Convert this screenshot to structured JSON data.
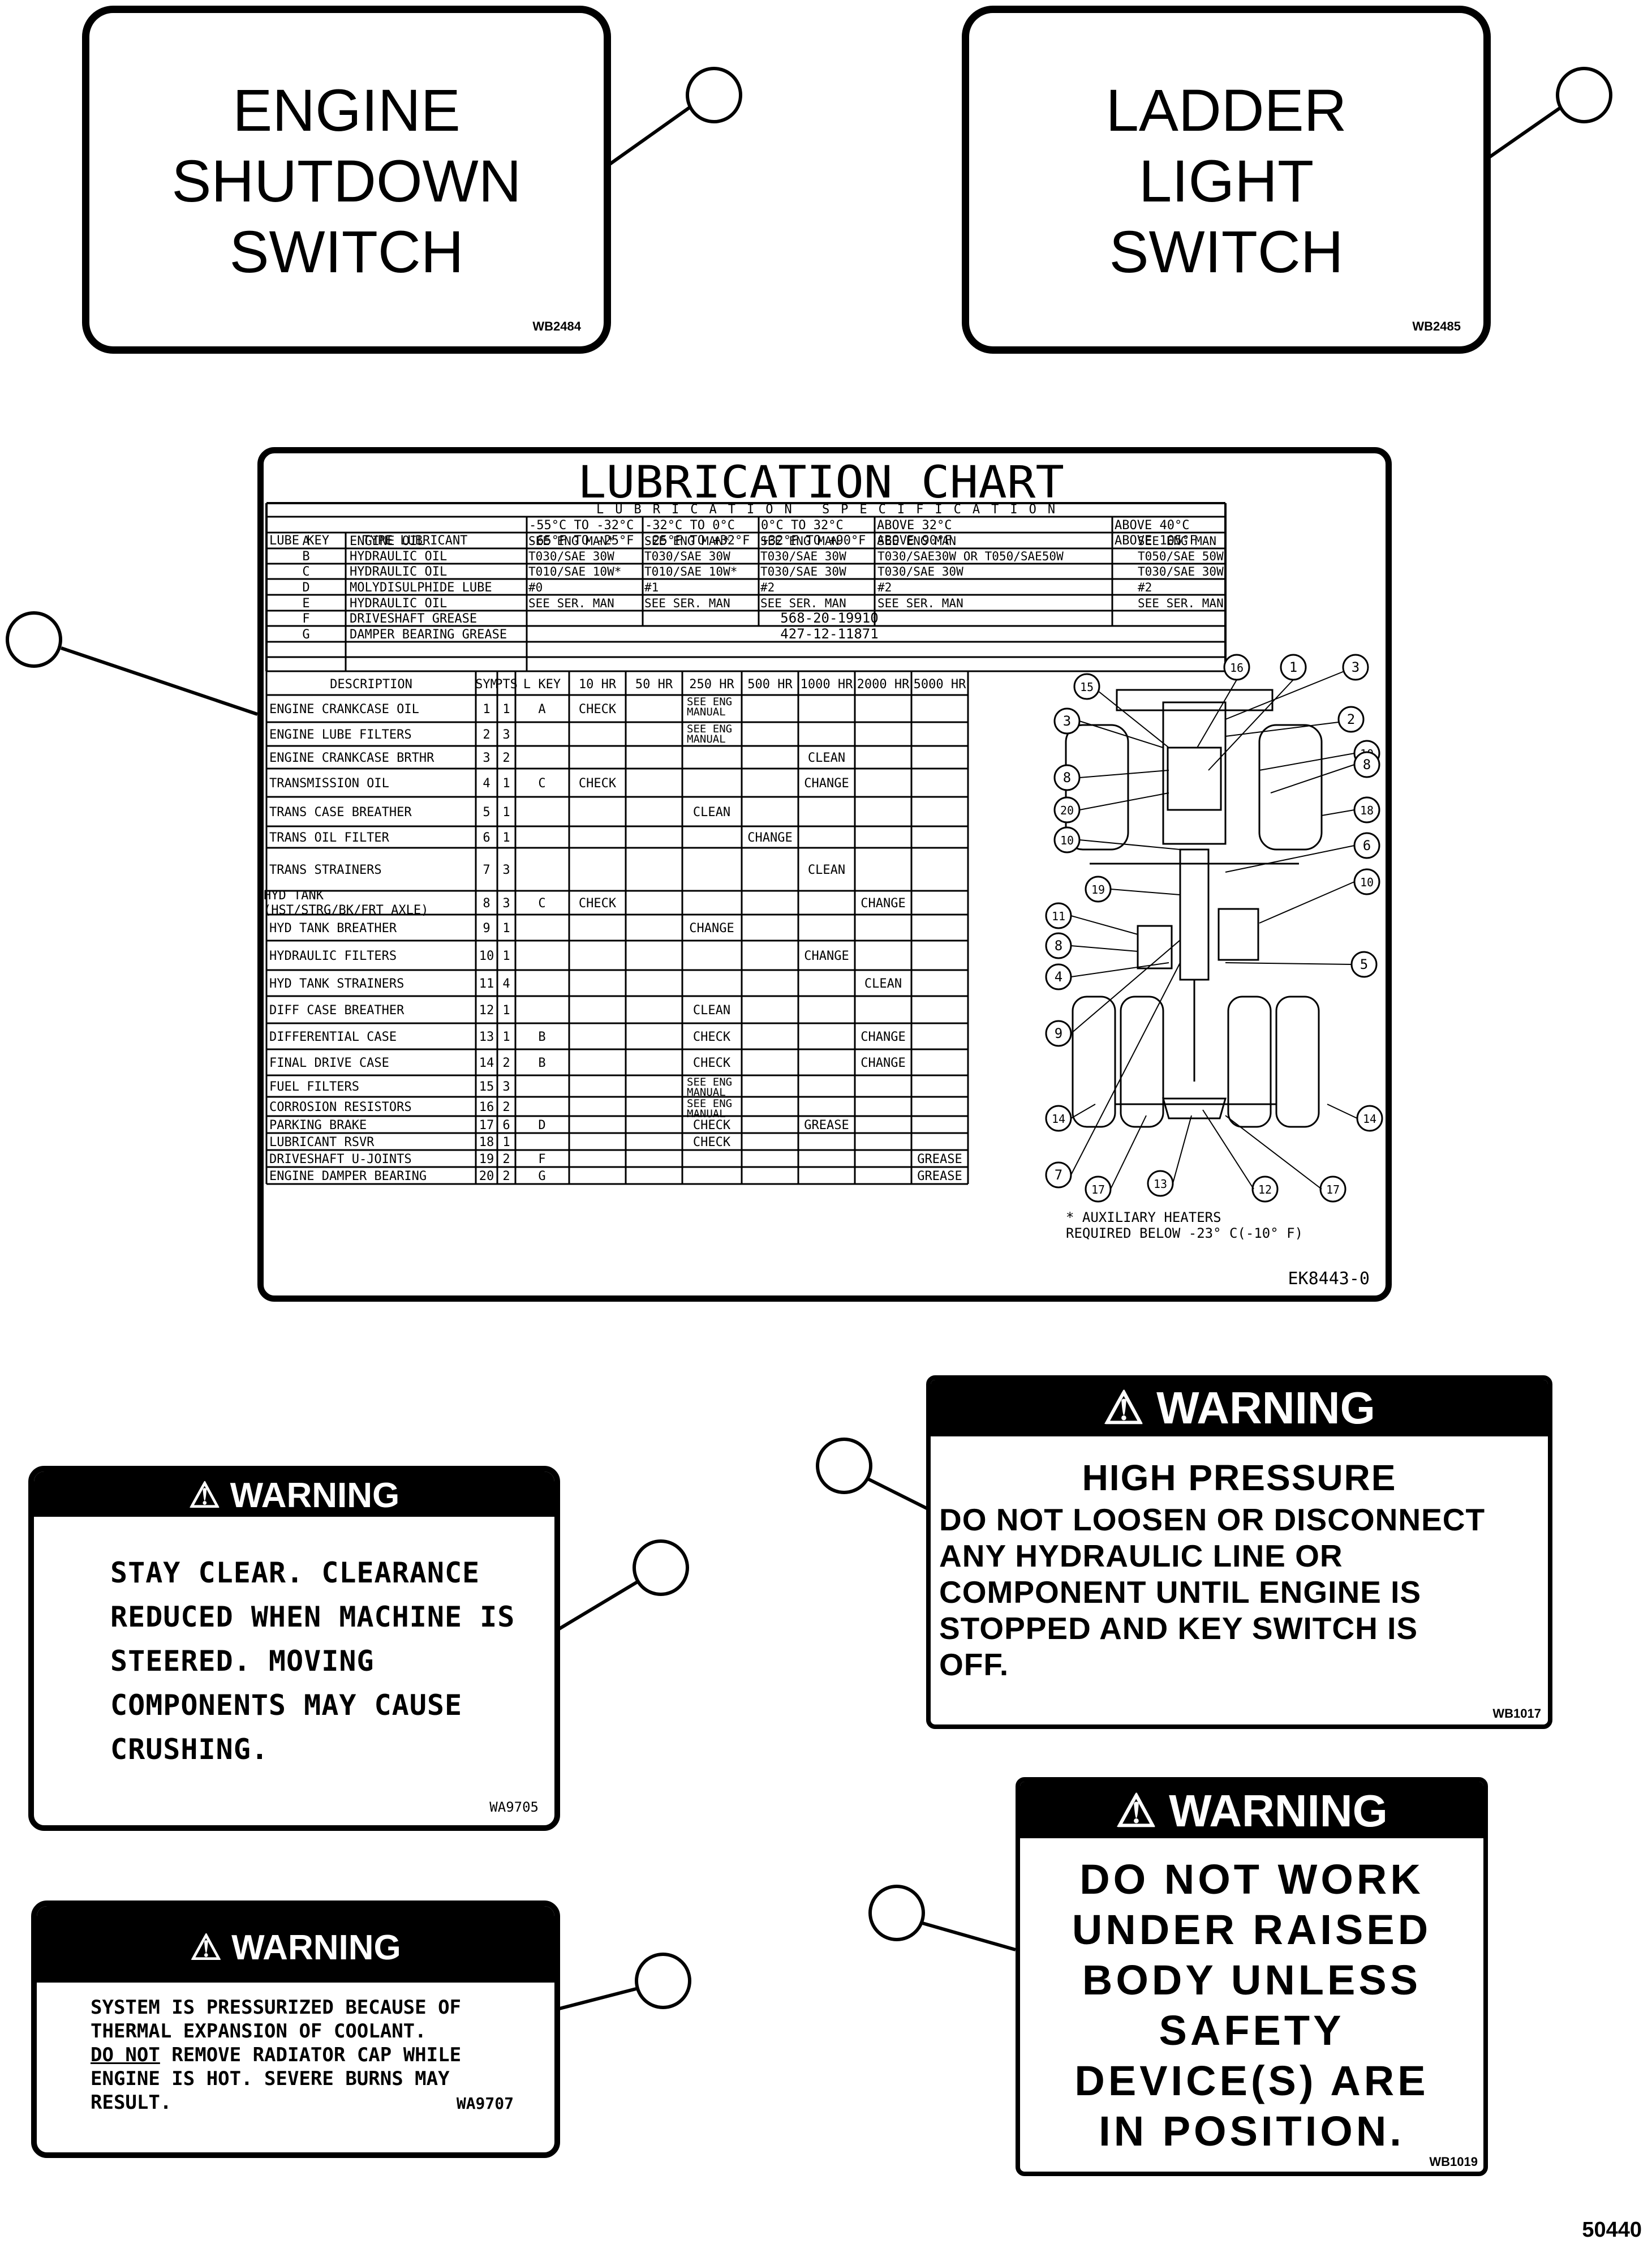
{
  "decals": {
    "engine": {
      "lines": [
        "ENGINE",
        "SHUTDOWN",
        "SWITCH"
      ],
      "code": "WB2484"
    },
    "ladder": {
      "lines": [
        "LADDER",
        "LIGHT",
        "SWITCH"
      ],
      "code": "WB2485"
    }
  },
  "lube": {
    "title": "LUBRICATION CHART",
    "spec_header": "LUBRICATION SPECIFICATION",
    "temp_c": [
      "-55°C TO -32°C",
      "-32°C TO 0°C",
      "0°C TO 32°C",
      "ABOVE 32°C",
      "ABOVE 40°C"
    ],
    "key_header": "LUBE KEY",
    "type_header": "TYPE LUBRICANT",
    "temp_f": [
      "-65°F TO -25°F",
      "-25°F TO +32°F",
      "+32°F TO +90°F",
      "ABOVE 90°F",
      "ABOVE 105°F"
    ],
    "spec_rows": [
      {
        "key": "A",
        "type": "ENGINE OIL",
        "c1": "SEE ENG MAN*",
        "c2": "SEE ENG MAN*",
        "c3": "SEE ENG MAN",
        "c4": "SEE ENG MAN",
        "c5": "SEE ENG MAN"
      },
      {
        "key": "B",
        "type": "HYDRAULIC OIL",
        "c1": "T030/SAE 30W",
        "c2": "T030/SAE 30W",
        "c3": "T030/SAE 30W",
        "c4": "T030/SAE30W OR T050/SAE50W",
        "c5": "T050/SAE 50W"
      },
      {
        "key": "C",
        "type": "HYDRAULIC OIL",
        "c1": "T010/SAE 10W*",
        "c2": "T010/SAE 10W*",
        "c3": "T030/SAE 30W",
        "c4": "T030/SAE 30W",
        "c5": "T030/SAE 30W"
      },
      {
        "key": "D",
        "type": "MOLYDISULPHIDE LUBE",
        "c1": "#0",
        "c2": "#1",
        "c3": "#2",
        "c4": "#2",
        "c5": "#2"
      },
      {
        "key": "E",
        "type": "HYDRAULIC OIL",
        "c1": "SEE SER. MAN",
        "c2": "SEE SER. MAN",
        "c3": "SEE SER. MAN",
        "c4": "SEE SER. MAN",
        "c5": "SEE SER. MAN"
      },
      {
        "key": "F",
        "type": "DRIVESHAFT GREASE",
        "c1": "568-20-19910",
        "c2": "",
        "c3": "",
        "c4": "",
        "c5": ""
      },
      {
        "key": "G",
        "type": "DAMPER BEARING GREASE",
        "c1": "427-12-11871",
        "c2": "",
        "c3": "",
        "c4": "",
        "c5": ""
      }
    ],
    "maint_headers": [
      "DESCRIPTION",
      "SYM",
      "PTS",
      "L KEY",
      "10 HR",
      "50 HR",
      "250 HR",
      "500 HR",
      "1000 HR",
      "2000 HR",
      "5000 HR"
    ],
    "maint_rows": [
      {
        "d": "ENGINE CRANKCASE OIL",
        "sym": "1",
        "pts": "1",
        "key": "A",
        "h10": "CHECK",
        "h50": "",
        "h250": "SEE ENG MANUAL",
        "h500": "",
        "h1000": "",
        "h2000": "",
        "h5000": ""
      },
      {
        "d": "ENGINE LUBE FILTERS",
        "sym": "2",
        "pts": "3",
        "key": "",
        "h10": "",
        "h50": "",
        "h250": "SEE ENG MANUAL",
        "h500": "",
        "h1000": "",
        "h2000": "",
        "h5000": ""
      },
      {
        "d": "ENGINE CRANKCASE BRTHR",
        "sym": "3",
        "pts": "2",
        "key": "",
        "h10": "",
        "h50": "",
        "h250": "",
        "h500": "",
        "h1000": "CLEAN",
        "h2000": "",
        "h5000": ""
      },
      {
        "d": "TRANSMISSION OIL",
        "sym": "4",
        "pts": "1",
        "key": "C",
        "h10": "CHECK",
        "h50": "",
        "h250": "",
        "h500": "",
        "h1000": "CHANGE",
        "h2000": "",
        "h5000": ""
      },
      {
        "d": "TRANS CASE BREATHER",
        "sym": "5",
        "pts": "1",
        "key": "",
        "h10": "",
        "h50": "",
        "h250": "CLEAN",
        "h500": "",
        "h1000": "",
        "h2000": "",
        "h5000": ""
      },
      {
        "d": "TRANS OIL FILTER",
        "sym": "6",
        "pts": "1",
        "key": "",
        "h10": "",
        "h50": "",
        "h250": "",
        "h500": "CHANGE",
        "h1000": "",
        "h2000": "",
        "h5000": ""
      },
      {
        "d": "TRANS STRAINERS",
        "sym": "7",
        "pts": "3",
        "key": "",
        "h10": "",
        "h50": "",
        "h250": "",
        "h500": "",
        "h1000": "CLEAN",
        "h2000": "",
        "h5000": ""
      },
      {
        "d": "HYD TANK (HST/STRG/BK/FRT AXLE)",
        "sym": "8",
        "pts": "3",
        "key": "C",
        "h10": "CHECK",
        "h50": "",
        "h250": "",
        "h500": "",
        "h1000": "",
        "h2000": "CHANGE",
        "h5000": ""
      },
      {
        "d": "HYD TANK BREATHER",
        "sym": "9",
        "pts": "1",
        "key": "",
        "h10": "",
        "h50": "",
        "h250": "CHANGE",
        "h500": "",
        "h1000": "",
        "h2000": "",
        "h5000": ""
      },
      {
        "d": "HYDRAULIC FILTERS",
        "sym": "10",
        "pts": "1",
        "key": "",
        "h10": "",
        "h50": "",
        "h250": "",
        "h500": "",
        "h1000": "CHANGE",
        "h2000": "",
        "h5000": ""
      },
      {
        "d": "HYD TANK STRAINERS",
        "sym": "11",
        "pts": "4",
        "key": "",
        "h10": "",
        "h50": "",
        "h250": "",
        "h500": "",
        "h1000": "",
        "h2000": "CLEAN",
        "h5000": ""
      },
      {
        "d": "DIFF CASE BREATHER",
        "sym": "12",
        "pts": "1",
        "key": "",
        "h10": "",
        "h50": "",
        "h250": "CLEAN",
        "h500": "",
        "h1000": "",
        "h2000": "",
        "h5000": ""
      },
      {
        "d": "DIFFERENTIAL CASE",
        "sym": "13",
        "pts": "1",
        "key": "B",
        "h10": "",
        "h50": "",
        "h250": "CHECK",
        "h500": "",
        "h1000": "",
        "h2000": "CHANGE",
        "h5000": ""
      },
      {
        "d": "FINAL DRIVE CASE",
        "sym": "14",
        "pts": "2",
        "key": "B",
        "h10": "",
        "h50": "",
        "h250": "CHECK",
        "h500": "",
        "h1000": "",
        "h2000": "CHANGE",
        "h5000": ""
      },
      {
        "d": "FUEL FILTERS",
        "sym": "15",
        "pts": "3",
        "key": "",
        "h10": "",
        "h50": "",
        "h250": "SEE ENG MANUAL",
        "h500": "",
        "h1000": "",
        "h2000": "",
        "h5000": ""
      },
      {
        "d": "CORROSION RESISTORS",
        "sym": "16",
        "pts": "2",
        "key": "",
        "h10": "",
        "h50": "",
        "h250": "SEE ENG MANUAL",
        "h500": "",
        "h1000": "",
        "h2000": "",
        "h5000": ""
      },
      {
        "d": "PARKING BRAKE",
        "sym": "17",
        "pts": "6",
        "key": "D",
        "h10": "",
        "h50": "",
        "h250": "CHECK",
        "h500": "",
        "h1000": "GREASE",
        "h2000": "",
        "h5000": ""
      },
      {
        "d": "LUBRICANT RSVR",
        "sym": "18",
        "pts": "1",
        "key": "",
        "h10": "",
        "h50": "",
        "h250": "CHECK",
        "h500": "",
        "h1000": "",
        "h2000": "",
        "h5000": ""
      },
      {
        "d": "DRIVESHAFT U-JOINTS",
        "sym": "19",
        "pts": "2",
        "key": "F",
        "h10": "",
        "h50": "",
        "h250": "",
        "h500": "",
        "h1000": "",
        "h2000": "",
        "h5000": "GREASE"
      },
      {
        "d": "ENGINE DAMPER BEARING",
        "sym": "20",
        "pts": "2",
        "key": "G",
        "h10": "",
        "h50": "",
        "h250": "",
        "h500": "",
        "h1000": "",
        "h2000": "",
        "h5000": "GREASE"
      }
    ],
    "callout_numbers": [
      "16",
      "1",
      "3",
      "15",
      "2",
      "3",
      "10",
      "8",
      "8",
      "20",
      "18",
      "10",
      "6",
      "19",
      "10",
      "11",
      "8",
      "5",
      "4",
      "9",
      "14",
      "14",
      "7",
      "17",
      "13",
      "12",
      "17"
    ],
    "footnote": "* AUXILIARY HEATERS\nREQUIRED BELOW -23° C(-10° F)",
    "code": "EK8443-0"
  },
  "warnings": {
    "high_pressure": {
      "header": "WARNING",
      "subhead": "HIGH PRESSURE",
      "body": "DO NOT LOOSEN OR DISCONNECT\nANY HYDRAULIC LINE OR\nCOMPONENT UNTIL ENGINE IS\nSTOPPED AND KEY SWITCH IS\nOFF.",
      "code": "WB1017"
    },
    "clearance": {
      "header": "WARNING",
      "body": "STAY CLEAR.  CLEARANCE\nREDUCED WHEN MACHINE IS\nSTEERED.  MOVING\nCOMPONENTS MAY CAUSE\nCRUSHING.",
      "code": "WA9705"
    },
    "coolant": {
      "header": "WARNING",
      "body_1": "SYSTEM IS PRESSURIZED BECAUSE OF\nTHERMAL EXPANSION OF COOLANT.",
      "body_do_not": "DO NOT",
      "body_2": " REMOVE RADIATOR CAP WHILE\nENGINE IS HOT. SEVERE BURNS MAY\nRESULT.",
      "code": "WA9707"
    },
    "raised_body": {
      "header": "WARNING",
      "body": "DO NOT WORK\nUNDER RAISED\nBODY UNLESS\nSAFETY\nDEVICE(S) ARE\nIN POSITION.",
      "code": "WB1019"
    }
  },
  "page_number": "50440"
}
